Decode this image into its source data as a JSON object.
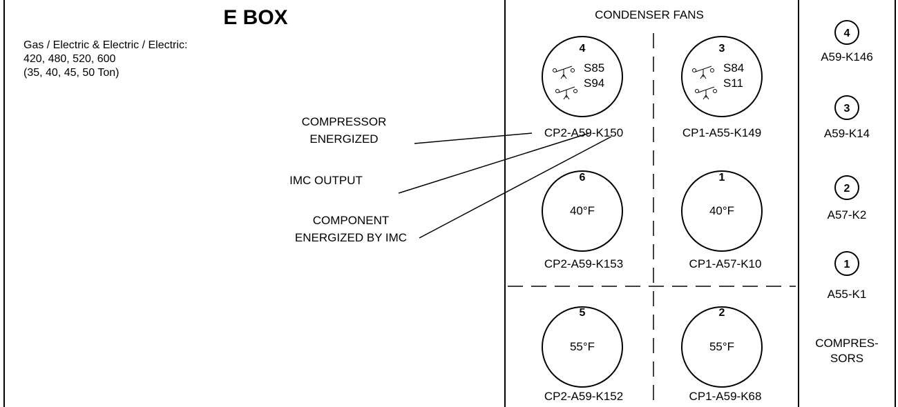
{
  "title": "E BOX",
  "subtitle_lines": [
    "Gas / Electric & Electric / Electric:",
    "420, 480, 520, 600",
    "(35, 40, 45, 50 Ton)"
  ],
  "callouts": {
    "compressor_energized": [
      "COMPRESSOR",
      "ENERGIZED"
    ],
    "imc_output": [
      "IMC OUTPUT"
    ],
    "component_energized": [
      "COMPONENT",
      "ENERGIZED BY IMC"
    ]
  },
  "condenser": {
    "heading": "CONDENSER FANS",
    "fans": [
      {
        "number": "4",
        "lines": [
          "S85",
          "S94"
        ],
        "label": "CP2-A59-K150"
      },
      {
        "number": "3",
        "lines": [
          "S84",
          "S11"
        ],
        "label": "CP1-A55-K149"
      },
      {
        "number": "6",
        "lines": [
          "40°F"
        ],
        "label": "CP2-A59-K153"
      },
      {
        "number": "1",
        "lines": [
          "40°F"
        ],
        "label": "CP1-A57-K10"
      },
      {
        "number": "5",
        "lines": [
          "55°F"
        ],
        "label": "CP2-A59-K152"
      },
      {
        "number": "2",
        "lines": [
          "55°F"
        ],
        "label": "CP1-A59-K68"
      }
    ]
  },
  "compressors": {
    "items": [
      {
        "number": "4",
        "label": "A59-K146"
      },
      {
        "number": "3",
        "label": "A59-K14"
      },
      {
        "number": "2",
        "label": "A57-K2"
      },
      {
        "number": "1",
        "label": "A55-K1"
      }
    ],
    "footer": [
      "COMPRES-",
      "SORS"
    ]
  }
}
